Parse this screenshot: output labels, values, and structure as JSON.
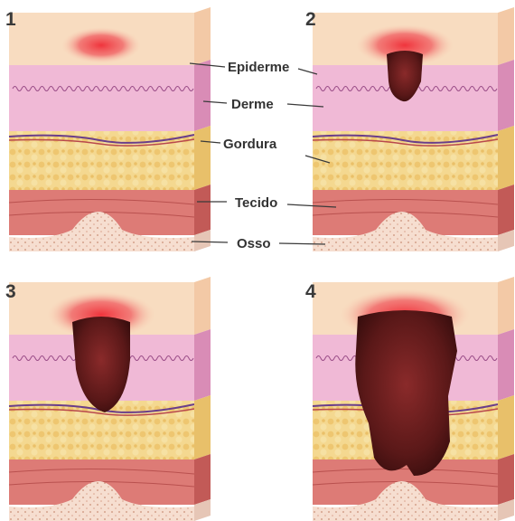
{
  "panels": [
    {
      "number": "1",
      "severity": 0
    },
    {
      "number": "2",
      "severity": 1
    },
    {
      "number": "3",
      "severity": 2
    },
    {
      "number": "4",
      "severity": 3
    }
  ],
  "labels": {
    "epidermis": "Epiderme",
    "dermis": "Derme",
    "fat": "Gordura",
    "tissue": "Tecido",
    "bone": "Osso"
  },
  "colors": {
    "epidermis_top": "#f8dcc0",
    "epidermis_side": "#f3c9a6",
    "dermis": "#f0b9d6",
    "dermis_side": "#d98cb6",
    "fat": "#f4d890",
    "fat_dots": "#e8b84f",
    "muscle": "#dd7b76",
    "muscle_side": "#c25a57",
    "bone": "#f6ded0",
    "redness": "#f0343c",
    "wound": "#4a1414",
    "wound_core": "#7a2424"
  },
  "icons": {
    "stage_marker": "number-label",
    "tissue_block": "skin-cross-section-icon",
    "wound": "pressure-ulcer-icon"
  }
}
